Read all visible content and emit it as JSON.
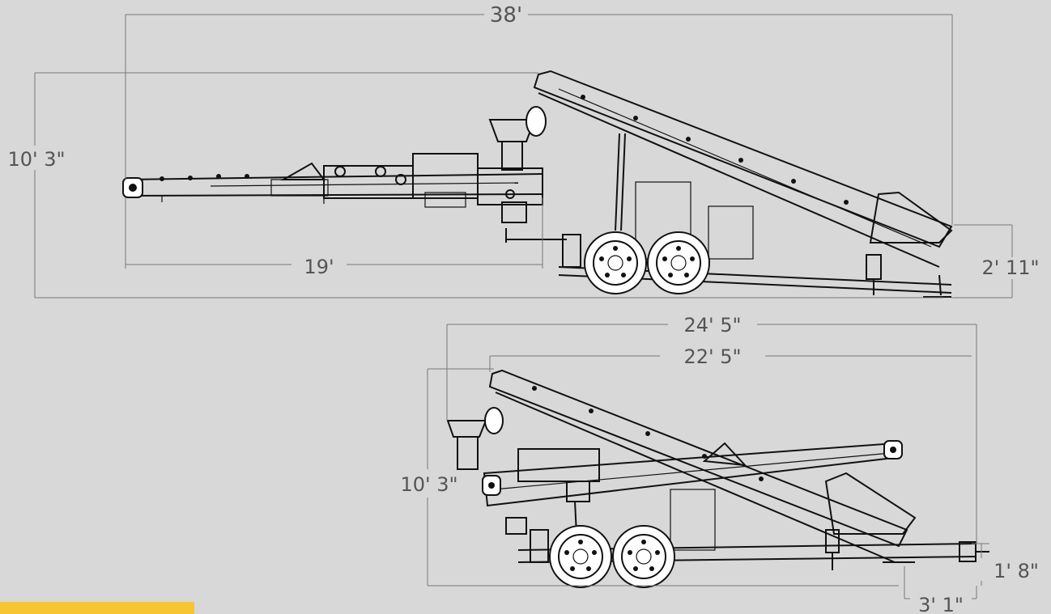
{
  "colors": {
    "background": "#d8d8d8",
    "dimension_line": "#777777",
    "dimension_text": "#555555",
    "machine_ink": "#111111",
    "accent": "#f6c531"
  },
  "dimensions": {
    "top_overall_length": "38'",
    "top_height": "10' 3\"",
    "top_discharge_length": "19'",
    "top_hopper_height": "2' 11\"",
    "bottom_overall_length": "24' 5\"",
    "bottom_body_length": "22' 5\"",
    "bottom_height": "10' 3\"",
    "bottom_hitch_height": "1' 8\"",
    "bottom_hitch_length": "3' 1\""
  },
  "icons": {
    "top_machine": "conveyor-trailer-deployed-drawing",
    "bottom_machine": "conveyor-trailer-transport-drawing",
    "wheel": "tire-wheel-icon"
  }
}
